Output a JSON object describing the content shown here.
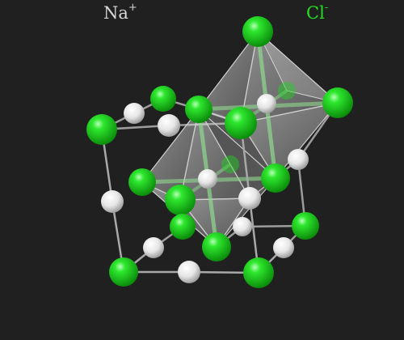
{
  "legend": {
    "sodium": {
      "symbol": "Na",
      "charge": "+"
    },
    "chloride": {
      "symbol": "Cl",
      "charge": "-"
    }
  },
  "colors": {
    "background": "#202020",
    "sodium_ion": "#f2f2f2",
    "chloride_ion": "#1fd41f",
    "bond": "#a8a8a8",
    "octahedron_face": "#d8d8d8"
  },
  "structure": {
    "type": "rock-salt unit cell",
    "octahedra_shown": 2
  }
}
